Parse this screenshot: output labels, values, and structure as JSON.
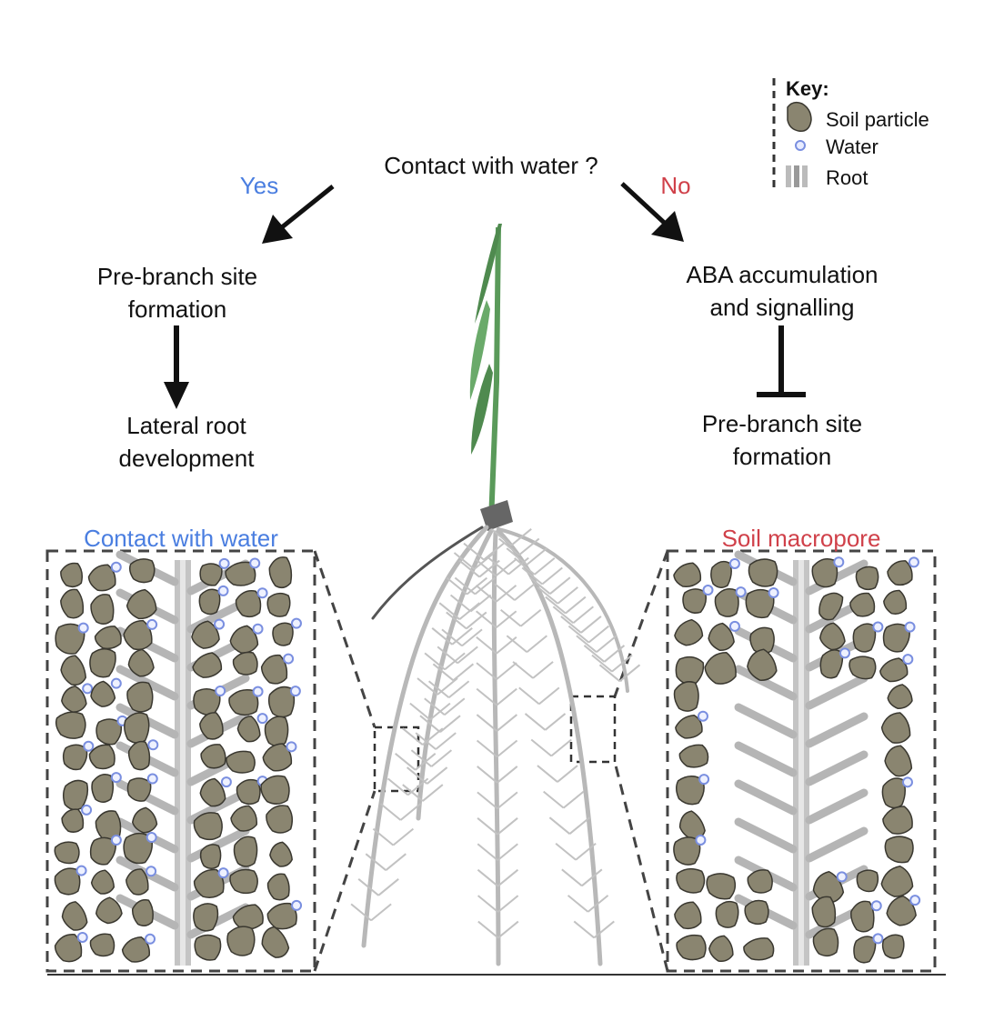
{
  "question": "Contact with water ?",
  "yes_label": "Yes",
  "no_label": "No",
  "left_branch": {
    "step1": [
      "Pre-branch site",
      "formation"
    ],
    "step2": [
      "Lateral root",
      "development"
    ],
    "panel_title": "Contact with water"
  },
  "right_branch": {
    "step1": [
      "ABA accumulation",
      "and signalling"
    ],
    "step2": [
      "Pre-branch site",
      "formation"
    ],
    "panel_title": "Soil macropore"
  },
  "key": {
    "title": "Key:",
    "items": [
      {
        "label": "Soil particle",
        "icon": "soil-particle-icon"
      },
      {
        "label": "Water",
        "icon": "water-icon"
      },
      {
        "label": "Root",
        "icon": "root-icon"
      }
    ]
  },
  "colors": {
    "yes": "#4a7ee0",
    "no": "#d0414a",
    "soil": "#8a8570",
    "soil_stroke": "#3a3830",
    "water": "#7a8fe0",
    "root": "#b5b5b5",
    "shoot": "#5a9a5a"
  }
}
